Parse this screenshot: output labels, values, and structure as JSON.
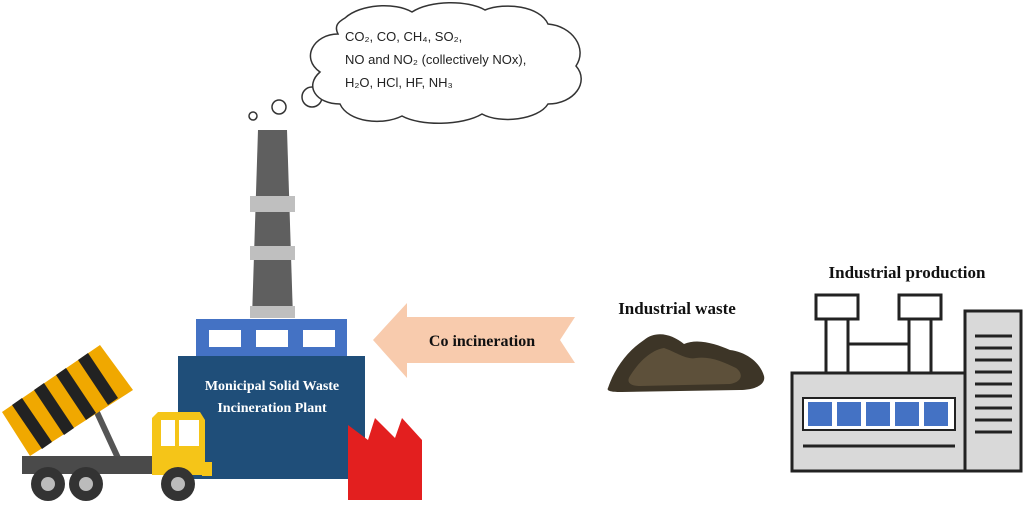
{
  "cloud": {
    "line1": "CO₂, CO, CH₄, SO₂,",
    "line2": "NO and NO₂ (collectively NOx),",
    "line3": "H₂O, HCl, HF, NH₃"
  },
  "plant": {
    "label_line1": "Monicipal Solid Waste",
    "label_line2": "Incineration Plant"
  },
  "arrow": {
    "label": "Co incineration"
  },
  "waste": {
    "label": "Industrial waste"
  },
  "factory": {
    "label": "Industrial production"
  },
  "colors": {
    "plant_body": "#1f4e79",
    "plant_roof": "#4472c4",
    "arrow_fill": "#f8cbad",
    "truck_yellow": "#f5c518",
    "small_factory_red": "#e31f1f",
    "chimney_dark": "#5f5f5f",
    "chimney_band": "#bfbfbf",
    "factory_gray": "#d9d9d9",
    "factory_blue": "#4472c4"
  }
}
